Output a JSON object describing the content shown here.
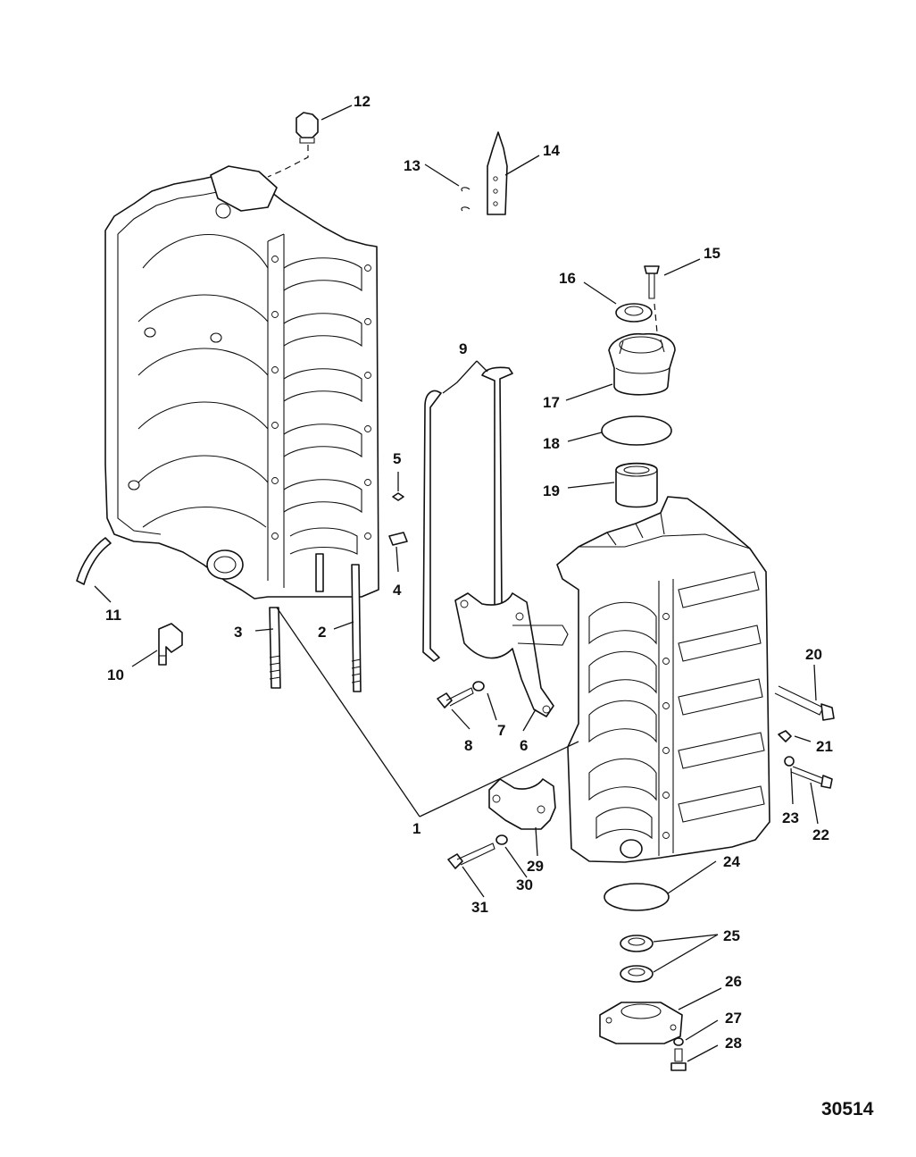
{
  "figure_number": "30514",
  "callouts": [
    "1",
    "2",
    "3",
    "4",
    "5",
    "6",
    "7",
    "8",
    "9",
    "10",
    "11",
    "12",
    "13",
    "14",
    "15",
    "16",
    "17",
    "18",
    "19",
    "20",
    "21",
    "22",
    "23",
    "24",
    "25",
    "26",
    "27",
    "28",
    "29",
    "30",
    "31"
  ]
}
